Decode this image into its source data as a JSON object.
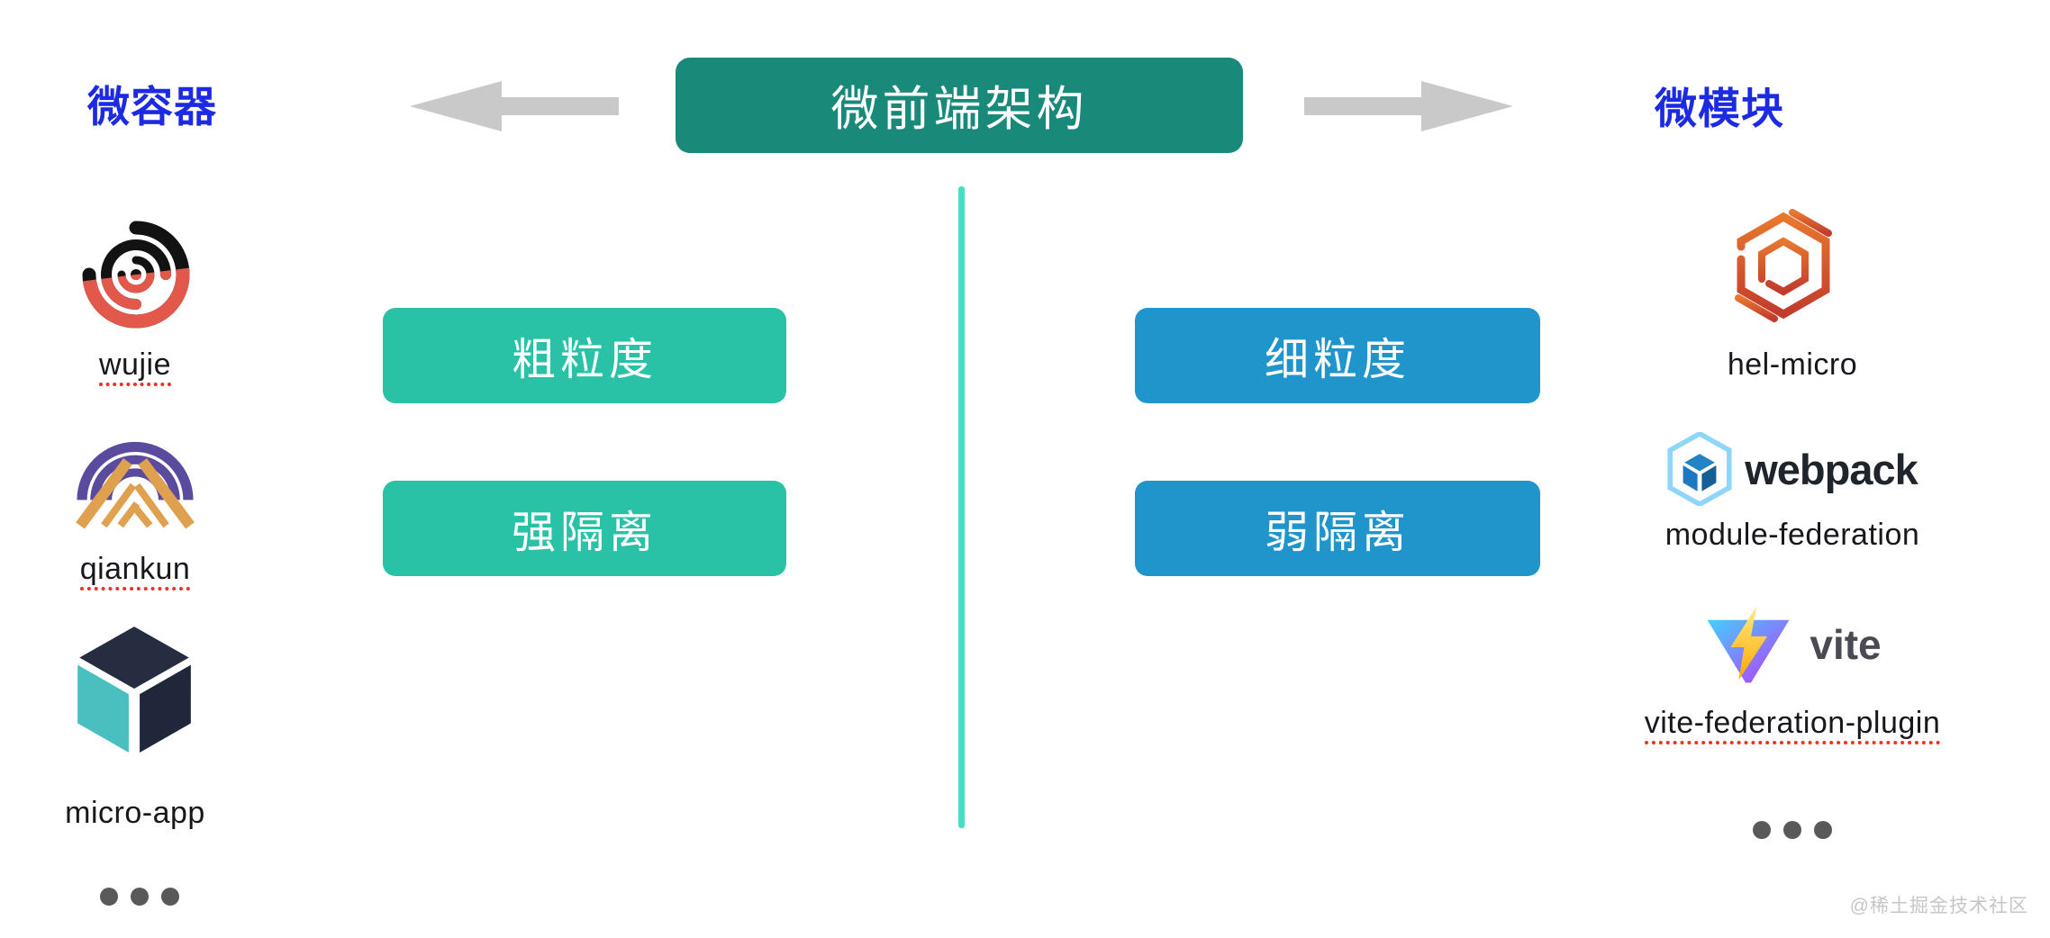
{
  "title": {
    "text": "微前端架构",
    "bg_color": "#19897a",
    "text_color": "#ffffff"
  },
  "sides": {
    "left_label": "微容器",
    "right_label": "微模块",
    "label_color": "#1c2be2",
    "arrow_color": "#c9c9c9"
  },
  "divider_color": "#41e2c3",
  "left_branch": {
    "box1": "粗粒度",
    "box2": "强隔离",
    "box_color": "#29c2a6",
    "items": [
      {
        "label": "wujie",
        "icon": "wujie-logo",
        "underlined": true
      },
      {
        "label": "qiankun",
        "icon": "qiankun-logo",
        "underlined": true
      },
      {
        "label": "micro-app",
        "icon": "micro-app-logo",
        "underlined": false
      }
    ]
  },
  "right_branch": {
    "box1": "细粒度",
    "box2": "弱隔离",
    "box_color": "#2095cc",
    "items": [
      {
        "label": "hel-micro",
        "icon": "hel-micro-logo",
        "underlined": false
      },
      {
        "label": "module-federation",
        "icon": "webpack-logo",
        "brand": "webpack",
        "underlined": false
      },
      {
        "label": "vite-federation-plugin",
        "icon": "vite-logo",
        "brand": "vite",
        "underlined": true
      }
    ]
  },
  "watermark": "@稀土掘金技术社区"
}
